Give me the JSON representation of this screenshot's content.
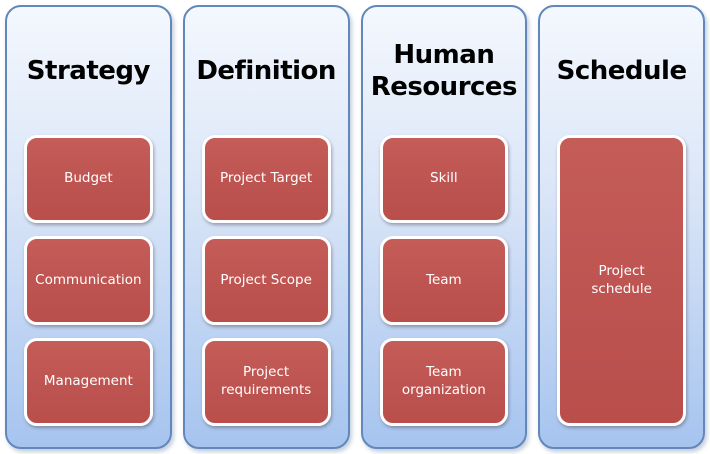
{
  "diagram": {
    "type": "smartart-column-list",
    "columns": [
      {
        "title": "Strategy",
        "items": [
          "Budget",
          "Communication",
          "Management"
        ]
      },
      {
        "title": "Definition",
        "items": [
          "Project Target",
          "Project Scope",
          "Project requirements"
        ]
      },
      {
        "title": "Human Resources",
        "items": [
          "Skill",
          "Team",
          "Team organization"
        ]
      },
      {
        "title": "Schedule",
        "items": [
          "Project schedule"
        ]
      }
    ],
    "colors": {
      "column_fill_top": "#f4f8fe",
      "column_fill_mid": "#d8e4f7",
      "column_fill_bottom": "#a6c4ef",
      "column_border": "#6287ba",
      "card_fill_top": "#c45c58",
      "card_fill_bottom": "#b94e4b",
      "card_border": "#ffffff",
      "card_text": "#ffffff",
      "title_text": "#000000",
      "page_background": "#ffffff"
    }
  }
}
